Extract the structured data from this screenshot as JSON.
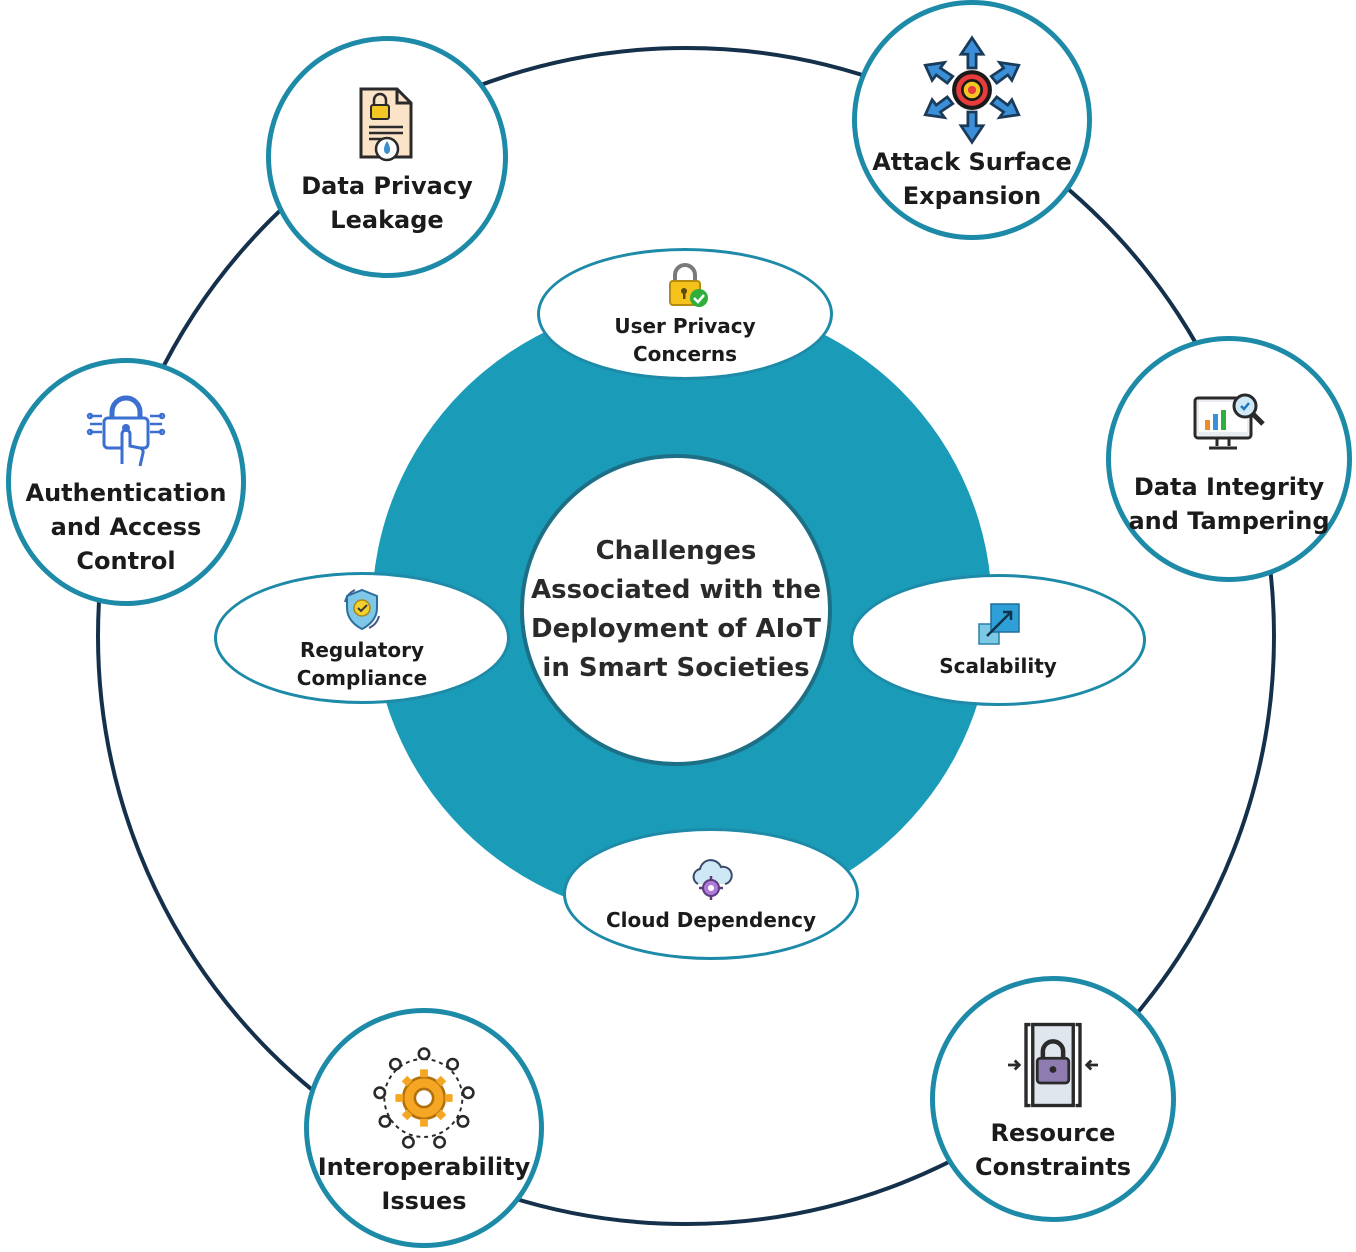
{
  "center": {
    "title": "Challenges\nAssociated with the\nDeployment of AIoT\nin Smart Societies"
  },
  "inner": {
    "user_privacy": "User Privacy\nConcerns",
    "regulatory": "Regulatory\nCompliance",
    "scalability": "Scalability",
    "cloud": "Cloud  Dependency"
  },
  "outer": {
    "data_privacy": "Data Privacy\nLeakage",
    "attack_surface": "Attack Surface\nExpansion",
    "authentication": "Authentication\nand Access\nControl",
    "data_integrity": "Data Integrity\nand Tampering",
    "interoperability": "Interoperability\nIssues",
    "resource": "Resource\nConstraints"
  },
  "colors": {
    "ring": "#1a9bb8",
    "outline": "#1d8aa8",
    "orbit": "#14304a"
  },
  "icons": {
    "data_privacy": "locked-document-icon",
    "attack_surface": "target-arrows-icon",
    "authentication": "fingerprint-lock-icon",
    "data_integrity": "monitor-analytics-icon",
    "interoperability": "gear-network-icon",
    "resource": "compressed-lock-icon",
    "user_privacy": "padlock-check-icon",
    "regulatory": "shield-check-icon",
    "scalability": "scale-arrow-icon",
    "cloud": "cloud-gear-icon"
  }
}
